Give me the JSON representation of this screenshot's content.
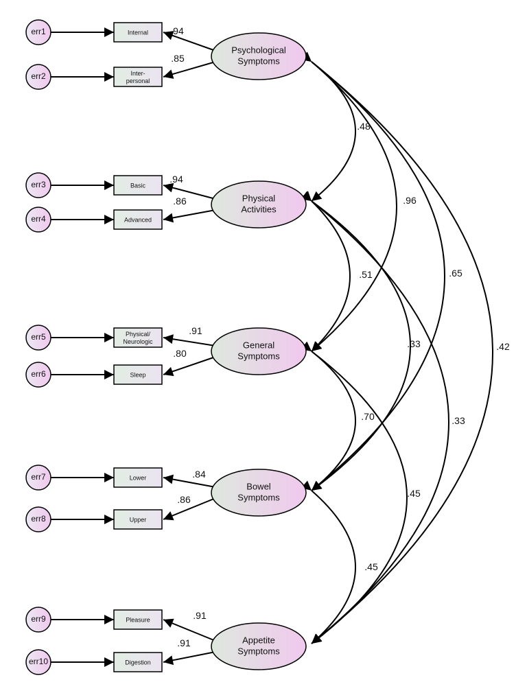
{
  "errors": [
    "err1",
    "err2",
    "err3",
    "err4",
    "err5",
    "err6",
    "err7",
    "err8",
    "err9",
    "err10"
  ],
  "observed": [
    {
      "lines": [
        "Internal"
      ]
    },
    {
      "lines": [
        "Inter-",
        "personal"
      ]
    },
    {
      "lines": [
        "Basic"
      ]
    },
    {
      "lines": [
        "Advanced"
      ]
    },
    {
      "lines": [
        "Physical/",
        "Neurologic"
      ]
    },
    {
      "lines": [
        "Sleep"
      ]
    },
    {
      "lines": [
        "Lower"
      ]
    },
    {
      "lines": [
        "Upper"
      ]
    },
    {
      "lines": [
        "Pleasure"
      ]
    },
    {
      "lines": [
        "Digestion"
      ]
    }
  ],
  "latents": [
    {
      "lines": [
        "Psychological",
        "Symptoms"
      ]
    },
    {
      "lines": [
        "Physical",
        "Activities"
      ]
    },
    {
      "lines": [
        "General",
        "Symptoms"
      ]
    },
    {
      "lines": [
        "Bowel",
        "Symptoms"
      ]
    },
    {
      "lines": [
        "Appetite",
        "Symptoms"
      ]
    }
  ],
  "loadings": [
    ".94",
    ".85",
    ".94",
    ".86",
    ".91",
    ".80",
    ".84",
    ".86",
    ".91",
    ".91"
  ],
  "correlations": [
    {
      "from": "Psychological Symptoms",
      "to": "Physical Activities",
      "value": ".48"
    },
    {
      "from": "Psychological Symptoms",
      "to": "General Symptoms",
      "value": ".96"
    },
    {
      "from": "Psychological Symptoms",
      "to": "Bowel Symptoms",
      "value": ".65"
    },
    {
      "from": "Psychological Symptoms",
      "to": "Appetite Symptoms",
      "value": ".42"
    },
    {
      "from": "Physical Activities",
      "to": "General Symptoms",
      "value": ".51"
    },
    {
      "from": "Physical Activities",
      "to": "Bowel Symptoms",
      "value": ".33"
    },
    {
      "from": "Physical Activities",
      "to": "Appetite Symptoms",
      "value": ".33"
    },
    {
      "from": "General Symptoms",
      "to": "Bowel Symptoms",
      "value": ".70"
    },
    {
      "from": "General Symptoms",
      "to": "Appetite Symptoms",
      "value": ".45"
    },
    {
      "from": "Bowel Symptoms",
      "to": "Appetite Symptoms",
      "value": ".45"
    }
  ]
}
